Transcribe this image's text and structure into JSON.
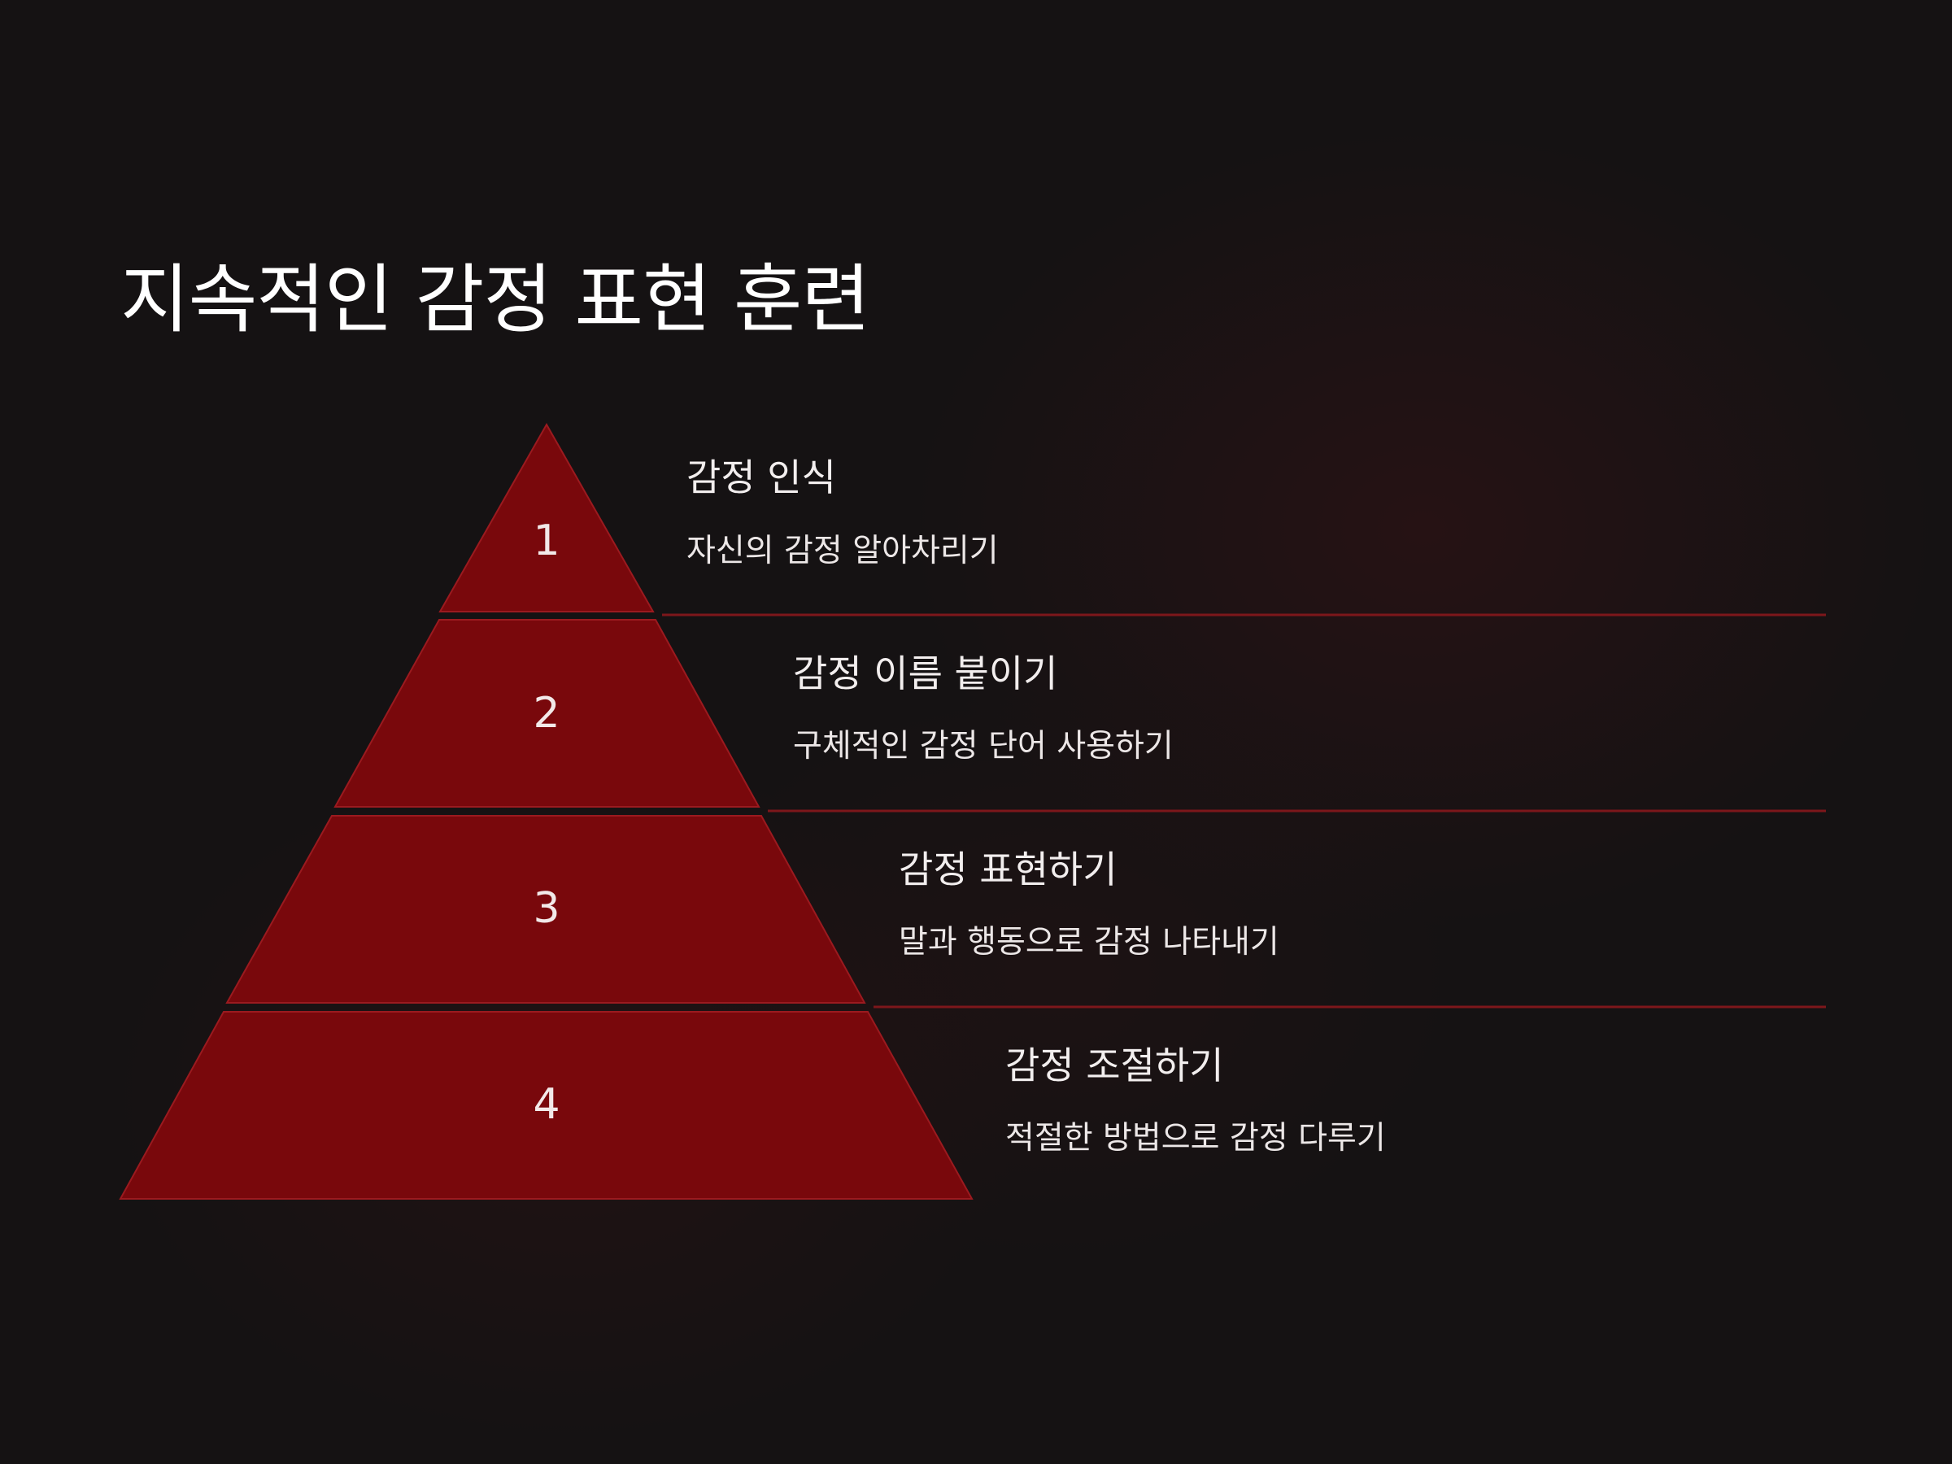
{
  "title": "지속적인 감정 표현 훈련",
  "colors": {
    "background": "#151213",
    "tier_fill": "#79080c",
    "tier_stroke": "#9b1a1f",
    "divider": "#7d171b",
    "text": "#ffffff"
  },
  "levels": [
    {
      "number": "1",
      "title": "감정 인식",
      "description": "자신의 감정 알아차리기"
    },
    {
      "number": "2",
      "title": "감정 이름 붙이기",
      "description": "구체적인 감정 단어 사용하기"
    },
    {
      "number": "3",
      "title": "감정 표현하기",
      "description": "말과 행동으로 감정 나타내기"
    },
    {
      "number": "4",
      "title": "감정 조절하기",
      "description": "적절한 방법으로 감정 다루기"
    }
  ]
}
